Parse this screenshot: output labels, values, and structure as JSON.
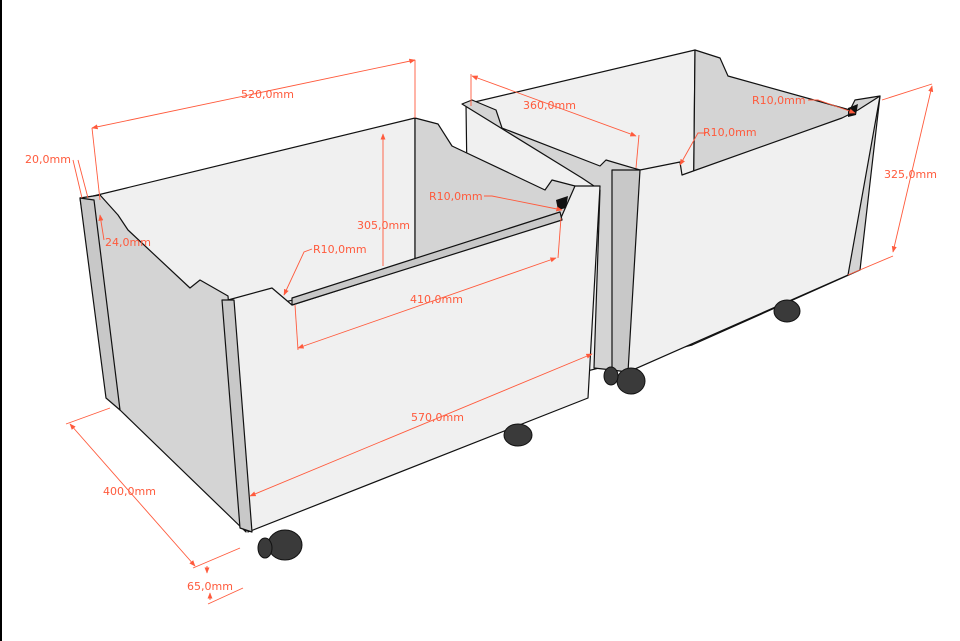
{
  "drawing": {
    "subject": "Two rolling storage boxes on casters (isometric 3D model with dimensions)",
    "units": "mm",
    "colors": {
      "dimension": "#ff5a3c",
      "panel_light": "#f0f0f0",
      "panel_shade": "#d4d4d4",
      "edge": "#111111",
      "caster": "#3a3a3a"
    }
  },
  "dimensions": {
    "left_box": {
      "length_top": "520,0mm",
      "board_thickness": "20,0mm",
      "notch_depth": "24,0mm",
      "inner_height": "305,0mm",
      "radius_front_left": "R10,0mm",
      "radius_front_right": "R10,0mm",
      "front_cutout_length": "410,0mm",
      "total_length": "570,0mm",
      "depth": "400,0mm",
      "caster_height": "65,0mm"
    },
    "right_box": {
      "inner_width": "360,0mm",
      "radius_left": "R10,0mm",
      "radius_right": "R10,0mm",
      "total_height": "325,0mm"
    }
  }
}
